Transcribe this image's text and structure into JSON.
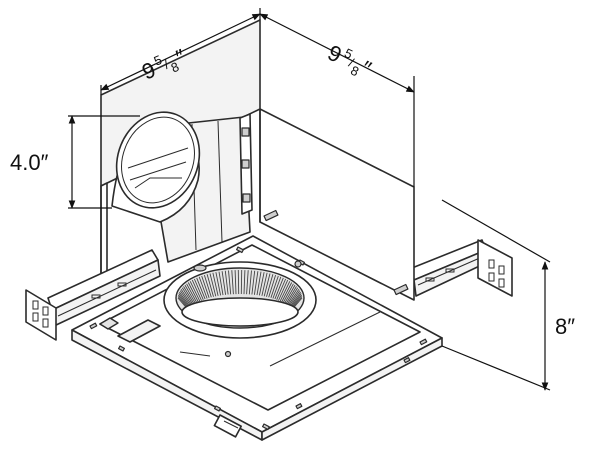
{
  "dimensions": {
    "width": {
      "whole": "9",
      "numerator": "5",
      "denominator": "8",
      "inch_mark": "″"
    },
    "depth": {
      "whole": "9",
      "numerator": "5",
      "denominator": "8",
      "inch_mark": "″"
    },
    "duct_diameter": {
      "label": "4.0″"
    },
    "height": {
      "label": "8″"
    }
  },
  "colors": {
    "line": "#2b2b2b",
    "background": "#ffffff"
  }
}
